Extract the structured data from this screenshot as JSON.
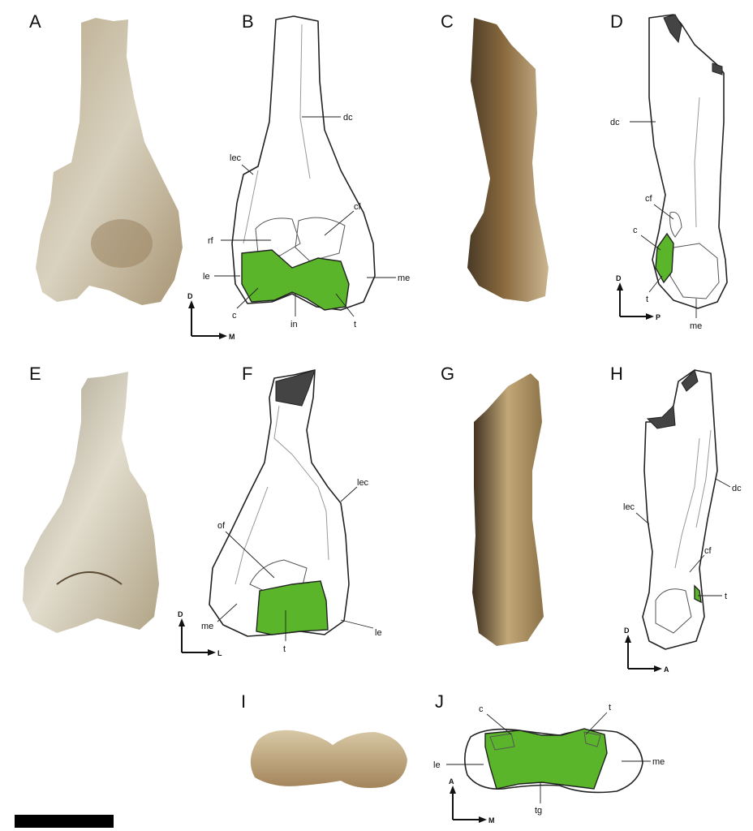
{
  "colors": {
    "articular_green": "#5ab52a",
    "broken_dark": "#444444",
    "bone_light": "#d9cfb8",
    "bone_dark": "#8a6a3e"
  },
  "panels": {
    "A": "A",
    "B": "B",
    "C": "C",
    "D": "D",
    "E": "E",
    "F": "F",
    "G": "G",
    "H": "H",
    "I": "I",
    "J": "J"
  },
  "labels": {
    "B": {
      "dc": "dc",
      "lec": "lec",
      "cf": "cf",
      "rf": "rf",
      "le": "le",
      "me": "me",
      "c": "c",
      "in": "in",
      "t": "t"
    },
    "D": {
      "dc": "dc",
      "cf": "cf",
      "c": "c",
      "t": "t",
      "me": "me"
    },
    "F": {
      "lec": "lec",
      "of": "of",
      "me": "me",
      "t": "t",
      "le": "le"
    },
    "H": {
      "dc": "dc",
      "lec": "lec",
      "cf": "cf",
      "t": "t"
    },
    "J": {
      "c": "c",
      "t": "t",
      "le": "le",
      "me": "me",
      "tg": "tg"
    }
  },
  "axes": {
    "B": {
      "up": "D",
      "right": "M"
    },
    "D": {
      "up": "D",
      "right": "P"
    },
    "F": {
      "up": "D",
      "right": "L"
    },
    "H": {
      "up": "D",
      "right": "A"
    },
    "J": {
      "up": "A",
      "right": "M"
    }
  }
}
